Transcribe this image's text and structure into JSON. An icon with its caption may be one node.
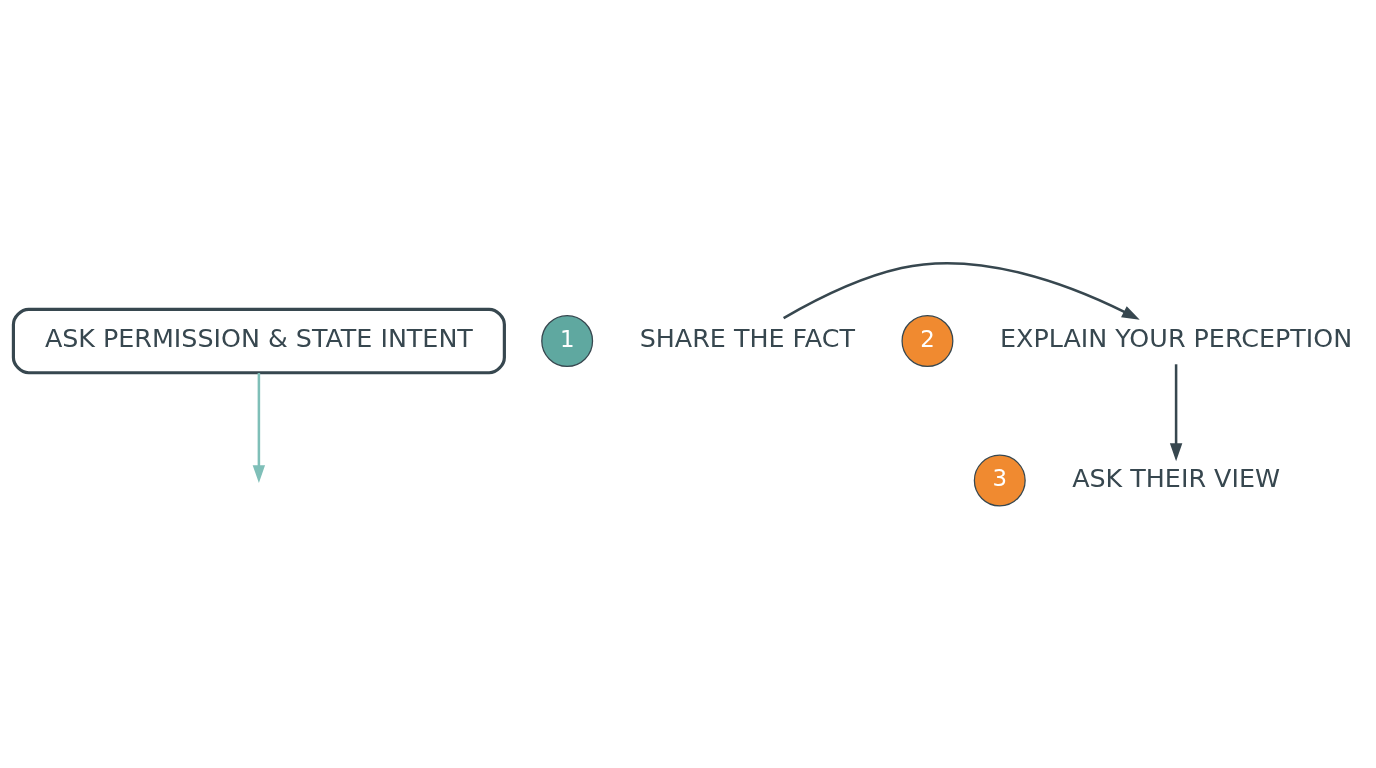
{
  "diagram": {
    "nodes": [
      {
        "text": [
          "ASK PERMISSION & STATE INTENT"
        ]
      },
      {
        "text": [
          "1"
        ]
      },
      {
        "text": [
          "SHARE THE FACT"
        ]
      },
      {
        "text": [
          "2"
        ]
      },
      {
        "text": [
          "EXPLAIN YOUR PERCEPTION"
        ]
      },
      {
        "text": [
          "3"
        ]
      },
      {
        "text": [
          "ASK THEIR VIEW"
        ]
      }
    ],
    "edges": [
      {
        "from": 0,
        "to": null,
        "arrow": "to",
        "color": "#7fbfb8"
      },
      {
        "from": 2,
        "to": 4,
        "arrow": "to"
      },
      {
        "from": 4,
        "to": 6,
        "arrow": "to"
      }
    ]
  }
}
